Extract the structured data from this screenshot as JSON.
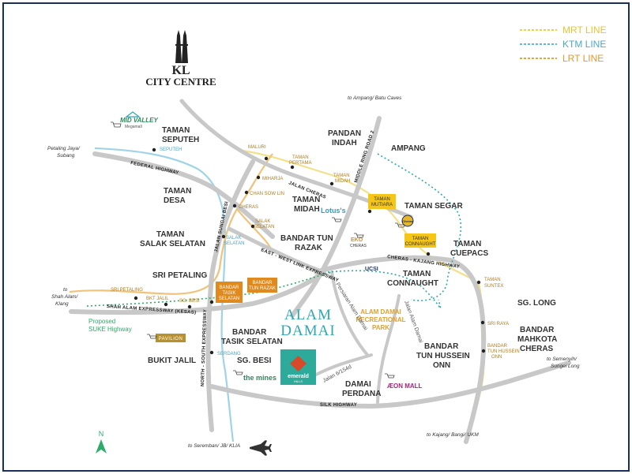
{
  "brand": {
    "line1": "KL",
    "line2": "CITY CENTRE"
  },
  "legend": [
    {
      "label": "MRT LINE",
      "color": "#f0d040"
    },
    {
      "label": "KTM LINE",
      "color": "#5bbbd8"
    },
    {
      "label": "LRT LINE",
      "color": "#e8a53a"
    }
  ],
  "colors": {
    "frame": "#1a2f5c",
    "road": "#c9c9c9",
    "highlight": "#2ea7b0",
    "yellow_box": "#f5c518",
    "orange_box": "#e08a1e",
    "suke": "#2eaa6a"
  },
  "areas": {
    "taman_seputeh": [
      "TAMAN",
      "SEPUTEH"
    ],
    "pandan_indah": [
      "PANDAN",
      "INDAH"
    ],
    "ampang": "AMPANG",
    "taman_desa": [
      "TAMAN",
      "DESA"
    ],
    "taman_midah": [
      "TAMAN",
      "MIDAH"
    ],
    "taman_segar": "TAMAN SEGAR",
    "taman_salak_selatan": [
      "TAMAN",
      "SALAK SELATAN"
    ],
    "bandar_tun_razak": [
      "BANDAR TUN",
      "RAZAK"
    ],
    "taman_cuepacs": [
      "TAMAN",
      "CUEPACS"
    ],
    "sri_petaling": "SRI PETALING",
    "taman_connaught": [
      "TAMAN",
      "CONNAUGHT"
    ],
    "sg_long": "SG. LONG",
    "bandar_mahkota_cheras": [
      "BANDAR",
      "MAHKOTA",
      "CHERAS"
    ],
    "bandar_tasik_selatan": [
      "BANDAR",
      "TASIK SELATAN"
    ],
    "bukit_jalil": "BUKIT JALIL",
    "sg_besi": "SG. BESI",
    "bandar_tun_hussein_onn": [
      "BANDAR",
      "TUN HUSSEIN",
      "ONN"
    ],
    "damai_perdana": [
      "DAMAI",
      "PERDANA"
    ]
  },
  "alam_damai": [
    "ALAM",
    "DAMAI"
  ],
  "park": [
    "ALAM DAMAI",
    "RECREATIONAL",
    "PARK"
  ],
  "directions": {
    "ampang_batu_caves": "to Ampang/ Batu Caves",
    "petaling_jaya": [
      "Petaling Jaya/",
      "Subang"
    ],
    "shah_alam": [
      "to",
      "Shah Alam/",
      "Klang"
    ],
    "semenyih": [
      "to Semenyih/",
      "Sungei Long"
    ],
    "kajang": "to Kajang/ Bangi/ UKM",
    "seremban": "to Seremban/ JB/ KLIA"
  },
  "proposed": [
    "Proposed",
    "SUKE Highway"
  ],
  "roads": {
    "federal": "FEDERAL HIGHWAY",
    "jalan_cheras": "JALAN CHERAS",
    "middle_ring": "MIDDLE RING ROAD 2",
    "jalan_sungai_besi": "JALAN SUNGAI BESI",
    "east_west": "EAST - WEST LINK EXPRESSWAY",
    "cheras_kajang": "CHERAS - KAJANG HIGHWAY",
    "shah_alam_exp": "SHAH ALAM EXPRESSWAY (KESAS)",
    "nse": "NORTH - SOUTH EXPRESSWAY",
    "silk": "SILK HIGHWAY",
    "persiaran": "Persiaran Alam Damai",
    "jalan_alam_damai": "Jalan Alam Damai",
    "jalan_6": "Jalan 6/154d"
  },
  "stations": {
    "seputeh": "SEPUTEH",
    "maluri": "MALURI",
    "taman_pertama": [
      "TAMAN",
      "PERTAMA"
    ],
    "taman_midah": [
      "TAMAN",
      "MIDAH"
    ],
    "miharja": "MIHARJA",
    "chan_sow_lin": "CHAN SOW LIN",
    "cheras": "CHERAS",
    "salak_selatan": [
      "SALAK",
      "SELATAN"
    ],
    "salak_selatan_ktm": [
      "SALAK",
      "SELATAN"
    ],
    "sri_petaling": "SRI PETALING",
    "bkt_jalil": "BKT JALIL",
    "sg_besi": "SG. BESI",
    "serdang": "SERDANG",
    "taman_suntex": [
      "TAMAN",
      "SUNTEX"
    ],
    "sri_raya": "SRI RAYA",
    "bandar_tun_hussein": [
      "BANDAR",
      "TUN HUSSEIN",
      "ONN"
    ]
  },
  "boxes": {
    "taman_mutiara": [
      "TAMAN",
      "MUTIARA"
    ],
    "taman_connaught": [
      "TAMAN",
      "CONNAUGHT"
    ],
    "bandar_tasik_selatan": [
      "BANDAR",
      "TASIK",
      "SELATAN"
    ],
    "bandar_tun_razak": [
      "BANDAR",
      "TUN RAZAK"
    ]
  },
  "landmarks": {
    "mid_valley": [
      "MID VALLEY",
      "Megamall"
    ],
    "lotus": "Lotus's",
    "eko": [
      "EKO",
      "CHERAS"
    ],
    "ucsi": "UCSI",
    "pavilion": "PAVILION",
    "emerald": [
      "emerald",
      "HILLS"
    ],
    "mines": "the mines",
    "aeon": "ÆON MALL",
    "cheras_leisure": "Cheras"
  },
  "north": "N"
}
